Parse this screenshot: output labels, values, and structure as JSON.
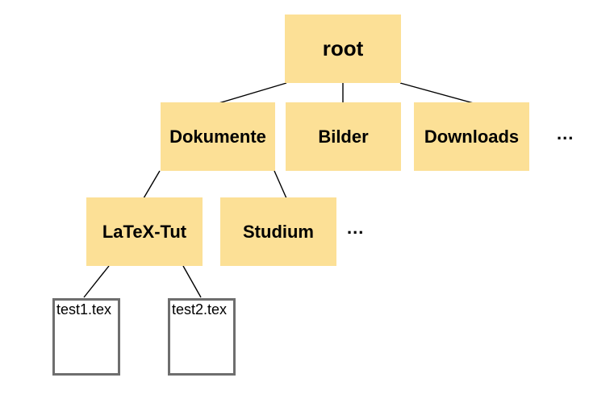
{
  "colors": {
    "background": "#ffffff",
    "folder_fill": "#fce096",
    "file_fill": "#ffffff",
    "file_border": "#6e6e6e",
    "connector": "#000000",
    "text": "#000000"
  },
  "diagram": {
    "type": "tree",
    "description": "File system hierarchy tree",
    "nodes": {
      "root": {
        "label": "root",
        "type": "folder",
        "level": 0
      },
      "dokumente": {
        "label": "Dokumente",
        "type": "folder",
        "level": 1
      },
      "bilder": {
        "label": "Bilder",
        "type": "folder",
        "level": 1
      },
      "downloads": {
        "label": "Downloads",
        "type": "folder",
        "level": 1
      },
      "more_level1": {
        "label": "...",
        "type": "ellipsis",
        "level": 1
      },
      "latex_tut": {
        "label": "LaTeX-Tut",
        "type": "folder",
        "level": 2
      },
      "studium": {
        "label": "Studium",
        "type": "folder",
        "level": 2
      },
      "more_level2": {
        "label": "...",
        "type": "ellipsis",
        "level": 2
      },
      "test1": {
        "label": "test1.tex",
        "type": "file",
        "level": 3
      },
      "test2": {
        "label": "test2.tex",
        "type": "file",
        "level": 3
      }
    },
    "edges": [
      {
        "from": "root",
        "to": "dokumente"
      },
      {
        "from": "root",
        "to": "bilder"
      },
      {
        "from": "root",
        "to": "downloads"
      },
      {
        "from": "dokumente",
        "to": "latex_tut"
      },
      {
        "from": "dokumente",
        "to": "studium"
      },
      {
        "from": "latex_tut",
        "to": "test1"
      },
      {
        "from": "latex_tut",
        "to": "test2"
      }
    ]
  }
}
